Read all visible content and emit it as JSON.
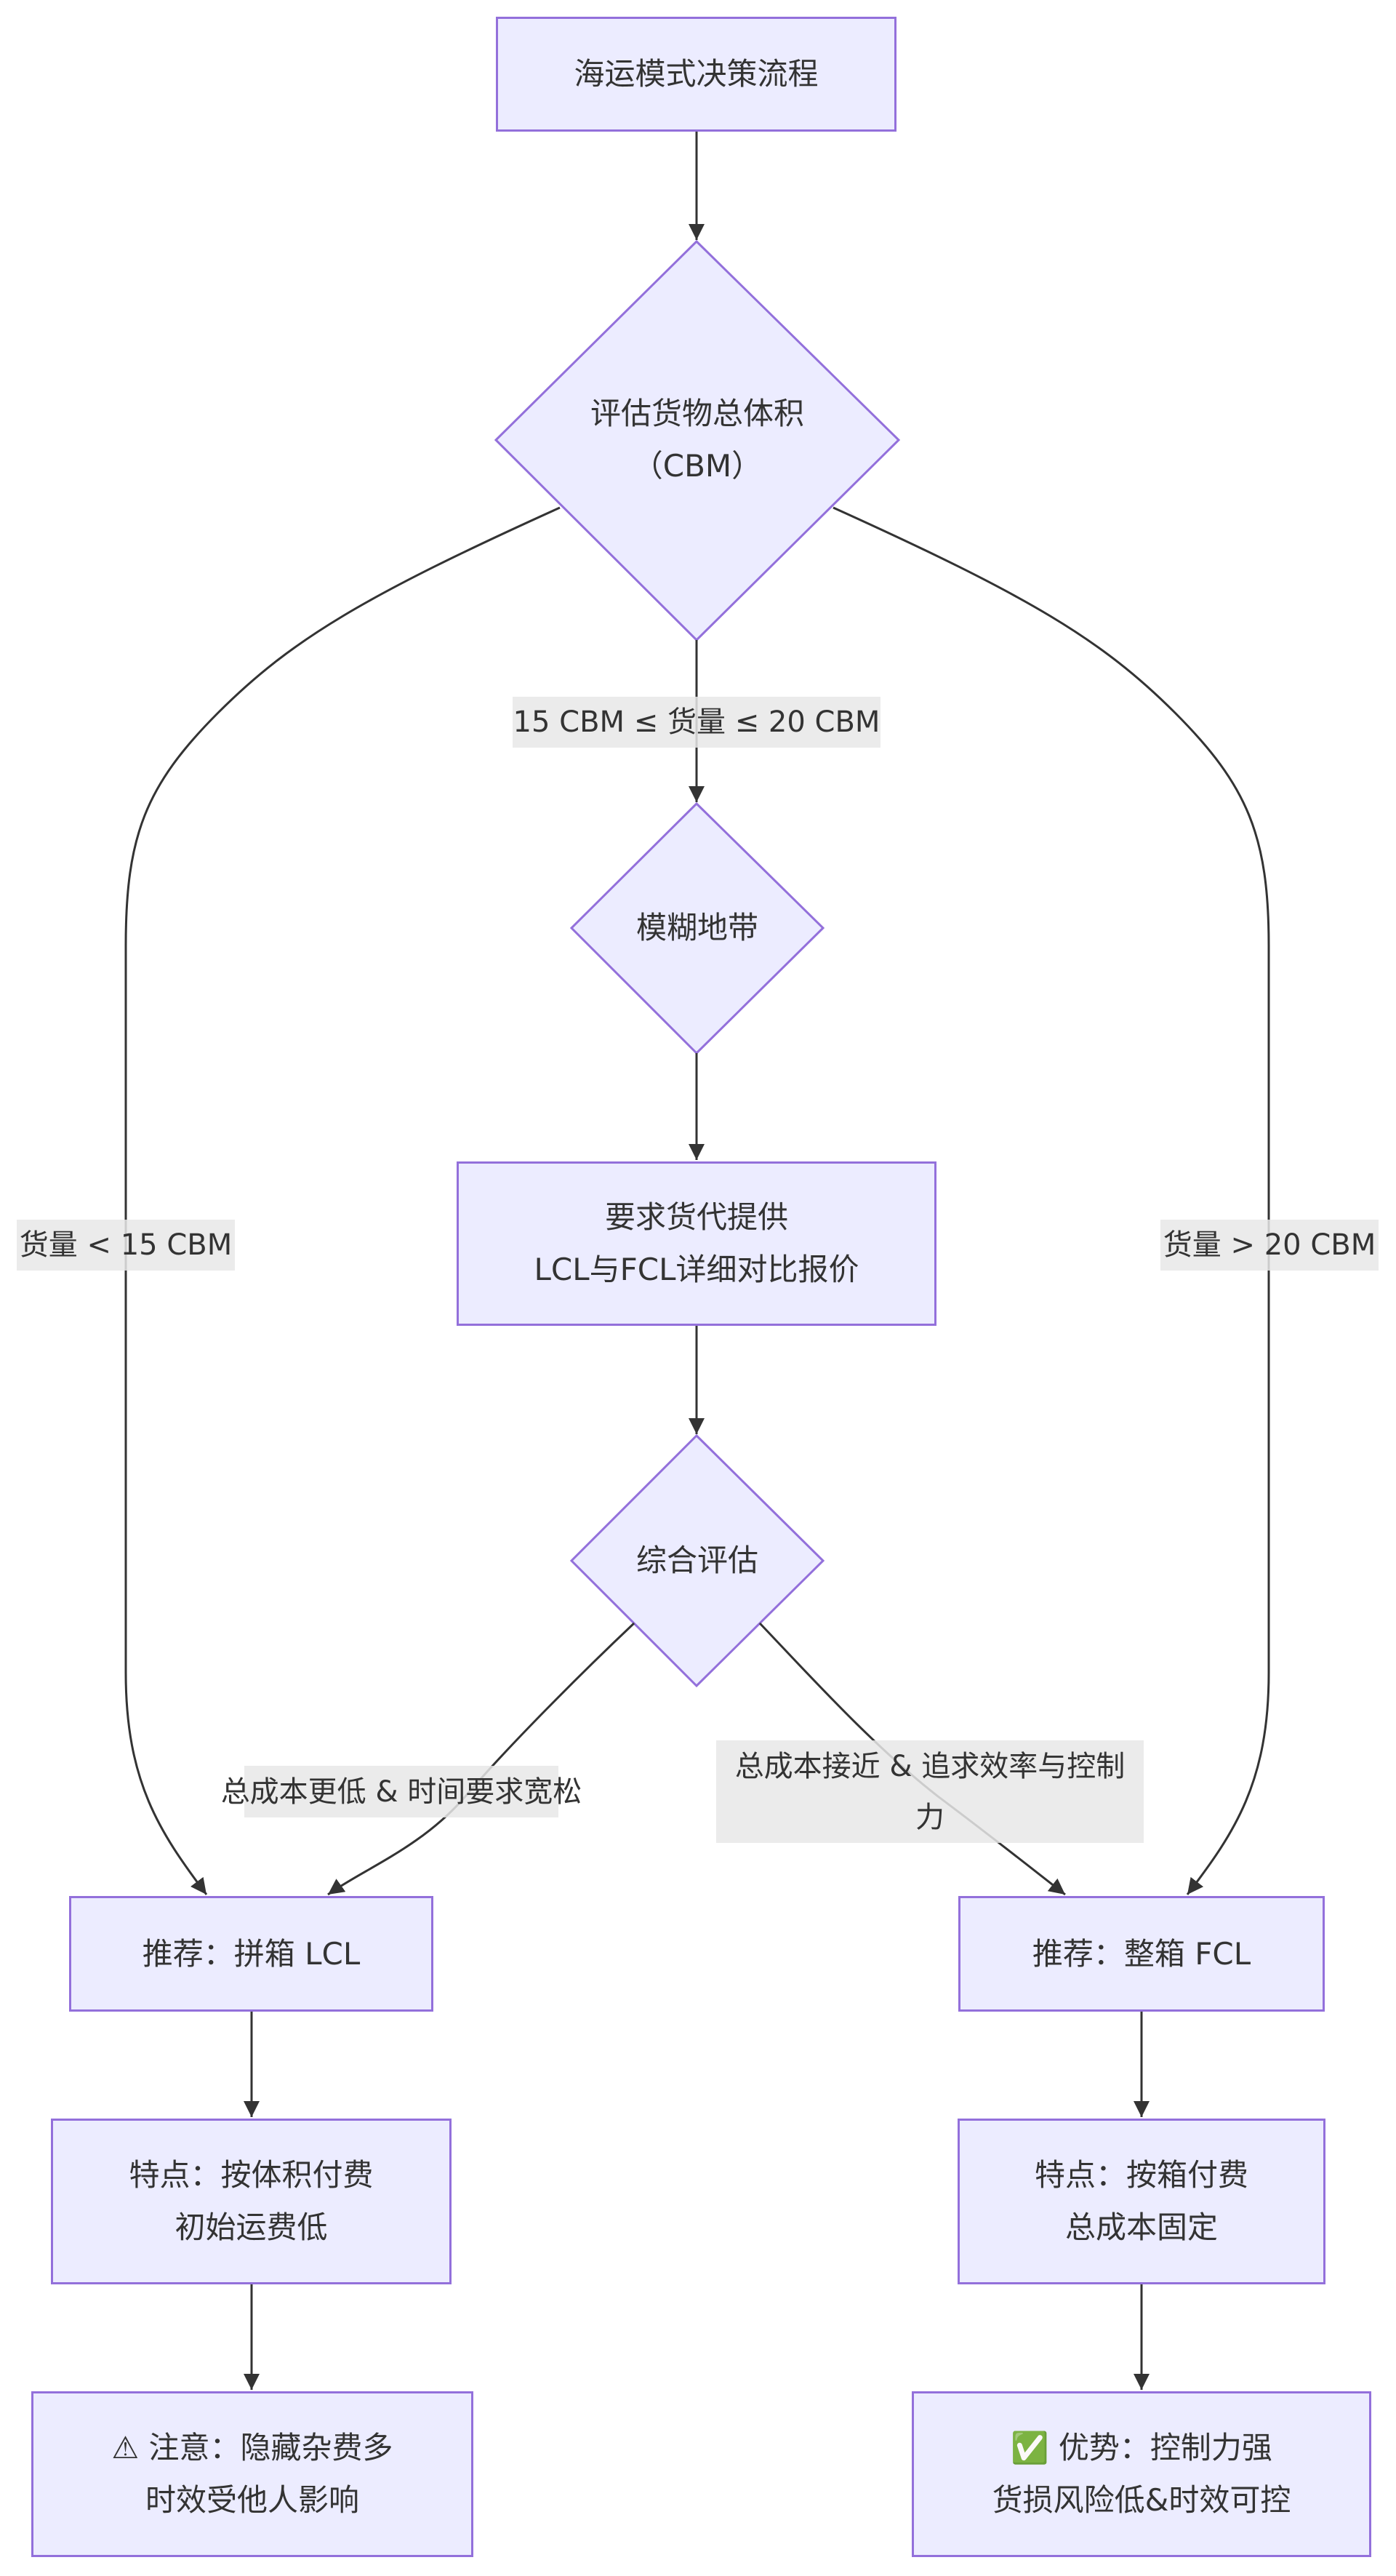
{
  "diagram": {
    "colors": {
      "node_fill": "#ECECFF",
      "node_stroke": "#9370DB",
      "edge": "#333333",
      "label_bg": "#E8E8E8",
      "text": "#333333"
    },
    "nodes": {
      "start": {
        "lines": [
          "海运模式决策流程"
        ]
      },
      "assess_volume": {
        "lines": [
          "评估货物总体积",
          "（CBM）"
        ]
      },
      "gray_zone": {
        "lines": [
          "模糊地带"
        ]
      },
      "request_quotes": {
        "lines": [
          "要求货代提供",
          "LCL与FCL详细对比报价"
        ]
      },
      "overall_eval": {
        "lines": [
          "综合评估"
        ]
      },
      "rec_lcl": {
        "lines": [
          "推荐：拼箱 LCL"
        ]
      },
      "rec_fcl": {
        "lines": [
          "推荐：整箱 FCL"
        ]
      },
      "lcl_features": {
        "lines": [
          "特点：按体积付费",
          "初始运费低"
        ]
      },
      "fcl_features": {
        "lines": [
          "特点：按箱付费",
          "总成本固定"
        ]
      },
      "lcl_warning": {
        "icon": "warning-icon",
        "icon_glyph": "⚠",
        "lines": [
          "注意：隐藏杂费多",
          "时效受他人影响"
        ]
      },
      "fcl_advantage": {
        "icon": "check-icon",
        "icon_glyph": "✅",
        "lines": [
          "优势：控制力强",
          "货损风险低&时效可控"
        ]
      }
    },
    "edge_labels": {
      "mid_range": "15 CBM ≤ 货量 ≤ 20 CBM",
      "small_volume": "货量 < 15 CBM",
      "large_volume": "货量 > 20 CBM",
      "choose_lcl": "总成本更低 & 时间要求宽松",
      "choose_fcl": "总成本接近 & 追求效率与控制力"
    }
  }
}
